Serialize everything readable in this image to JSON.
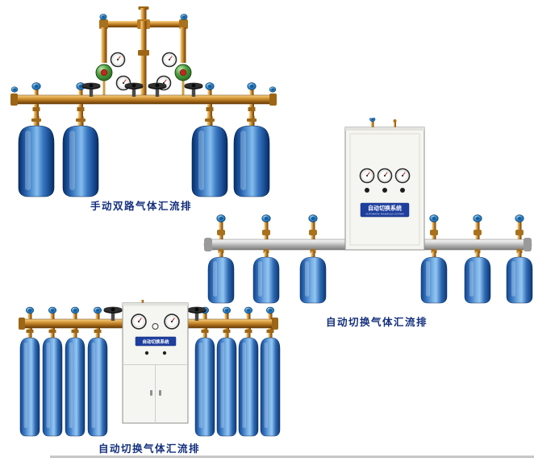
{
  "page": {
    "background": "#ffffff"
  },
  "products": [
    {
      "name": "manual-dual-manifold",
      "caption": "手动双路气体汇流排",
      "cylinder_count": 4
    },
    {
      "name": "auto-switching-manifold-cabinet",
      "caption": "自动切换气体汇流排",
      "cabinet_label": "自动切换系统",
      "cabinet_sublabel": "AUTOMATIC MANIFOLD SYSTEM",
      "cylinder_count": 6
    },
    {
      "name": "auto-switching-manifold-double-door",
      "caption": "自动切换气体汇流排",
      "cabinet_label": "自动切换系统",
      "cylinder_count": 8
    }
  ],
  "colors": {
    "caption_text": "#14307e",
    "brass_pipe": "#c8873a",
    "cylinder_blue": "#1d5cab",
    "silver_pipe": "#c0c0c0",
    "cabinet_body": "#f5f5f1",
    "panel_plate_blue": "#1e3f9e",
    "regulator_green": "#4d9e3f",
    "regulator_knob_red": "#c1271f"
  }
}
